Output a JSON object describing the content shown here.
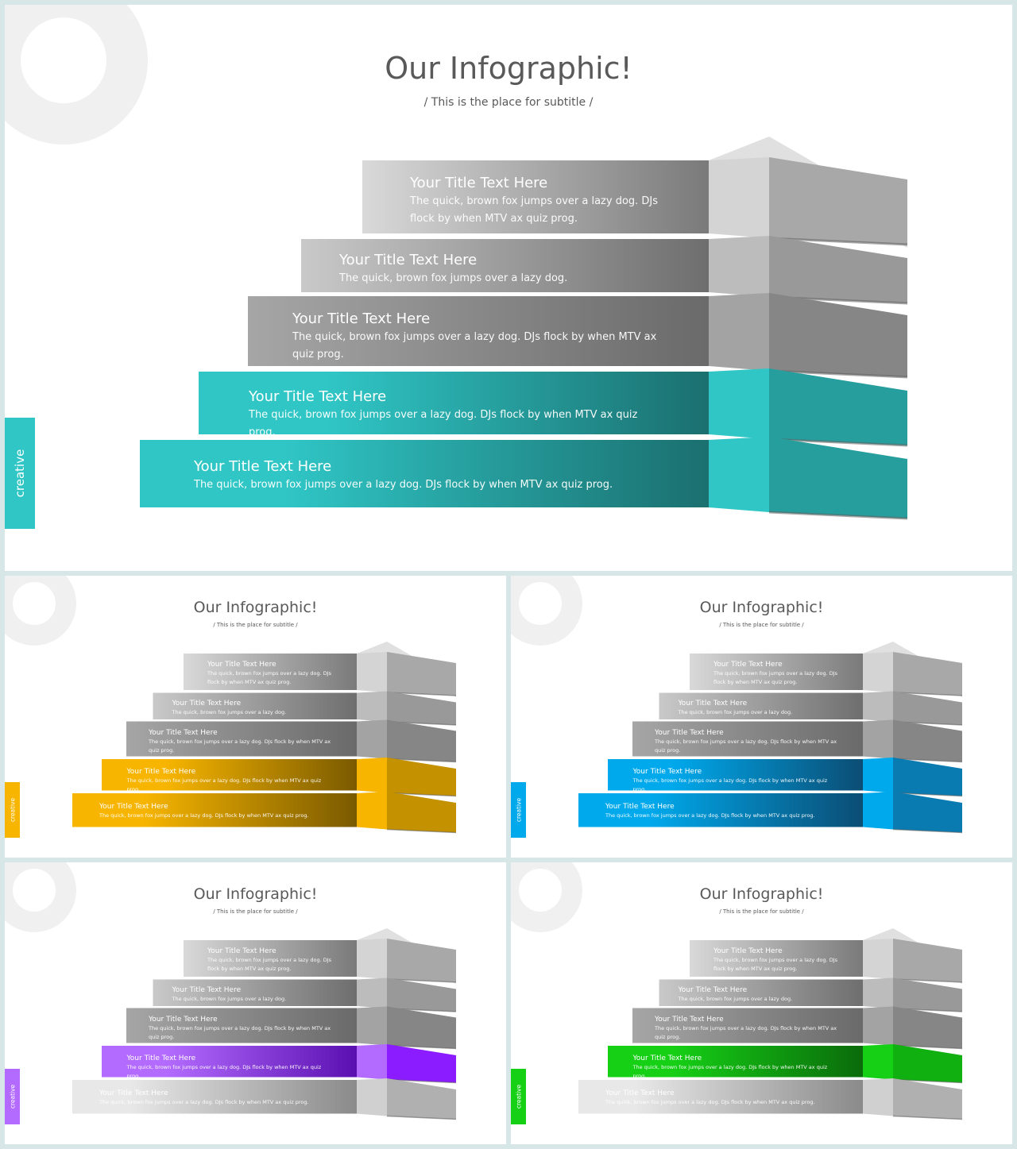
{
  "slides": [
    {
      "id": "main",
      "title": "Our Infographic!",
      "subtitle": "/ This is the place for subtitle /",
      "side_label": "creative",
      "accent": "#30c6c6",
      "accent_dark": "#1b6f6f",
      "accent_side": "#279e9e",
      "colored_bars": [
        3,
        4
      ],
      "items": [
        {
          "title": "Your Title Text Here",
          "desc": "The quick, brown fox jumps over a lazy dog. DJs flock by when MTV ax quiz prog."
        },
        {
          "title": "Your Title Text Here",
          "desc": "The quick, brown fox jumps over a lazy dog."
        },
        {
          "title": "Your Title Text Here",
          "desc": "The quick, brown fox jumps over a lazy dog. DJs flock by when MTV ax quiz prog."
        },
        {
          "title": "Your Title Text Here",
          "desc": "The quick, brown fox jumps over a lazy dog. DJs flock by when MTV ax quiz prog."
        },
        {
          "title": "Your Title Text Here",
          "desc": "The quick, brown fox jumps over a lazy dog. DJs flock by when MTV ax quiz prog."
        }
      ]
    },
    {
      "id": "yellow",
      "title": "Our Infographic!",
      "subtitle": "/ This is the place for subtitle /",
      "side_label": "creative",
      "accent": "#f7b500",
      "accent_dark": "#7a5a00",
      "accent_side": "#c49200",
      "colored_bars": [
        3,
        4
      ],
      "items": [
        {
          "title": "Your Title Text Here",
          "desc": "The quick, brown fox jumps over a lazy dog. DJs flock by when MTV ax quiz prog."
        },
        {
          "title": "Your Title Text Here",
          "desc": "The quick, brown fox jumps over a lazy dog."
        },
        {
          "title": "Your Title Text Here",
          "desc": "The quick, brown fox jumps over a lazy dog. DJs flock by when MTV ax quiz prog."
        },
        {
          "title": "Your Title Text Here",
          "desc": "The quick, brown fox jumps over a lazy dog. DJs flock by when MTV ax quiz prog."
        },
        {
          "title": "Your Title Text Here",
          "desc": "The quick, brown fox jumps over a lazy dog. DJs flock by when MTV ax quiz prog."
        }
      ]
    },
    {
      "id": "blue",
      "title": "Our Infographic!",
      "subtitle": "/ This is the place for subtitle /",
      "side_label": "creative",
      "accent": "#00a9ec",
      "accent_dark": "#0b4d74",
      "accent_side": "#0a7bb0",
      "colored_bars": [
        3,
        4
      ],
      "items": [
        {
          "title": "Your Title Text Here",
          "desc": "The quick, brown fox jumps over a lazy dog. DJs flock by when MTV ax quiz prog."
        },
        {
          "title": "Your Title Text Here",
          "desc": "The quick, brown fox jumps over a lazy dog."
        },
        {
          "title": "Your Title Text Here",
          "desc": "The quick, brown fox jumps over a lazy dog. DJs flock by when MTV ax quiz prog."
        },
        {
          "title": "Your Title Text Here",
          "desc": "The quick, brown fox jumps over a lazy dog. DJs flock by when MTV ax quiz prog."
        },
        {
          "title": "Your Title Text Here",
          "desc": "The quick, brown fox jumps over a lazy dog. DJs flock by when MTV ax quiz prog."
        }
      ]
    },
    {
      "id": "purple",
      "title": "Our Infographic!",
      "subtitle": "/ This is the place for subtitle /",
      "side_label": "creative",
      "accent": "#b36bff",
      "accent_dark": "#5a10b0",
      "accent_side": "#8a1cff",
      "colored_bars": [
        3
      ],
      "items": [
        {
          "title": "Your Title Text Here",
          "desc": "The quick, brown fox jumps over a lazy dog. DJs flock by when MTV ax quiz prog."
        },
        {
          "title": "Your Title Text Here",
          "desc": "The quick, brown fox jumps over a lazy dog."
        },
        {
          "title": "Your Title Text Here",
          "desc": "The quick, brown fox jumps over a lazy dog. DJs flock by when MTV ax quiz prog."
        },
        {
          "title": "Your Title Text Here",
          "desc": "The quick, brown fox jumps over a lazy dog. DJs flock by when MTV ax quiz prog."
        },
        {
          "title": "Your Title Text Here",
          "desc": "The quick, brown fox jumps over a lazy dog. DJs flock by when MTV ax quiz prog."
        }
      ]
    },
    {
      "id": "green",
      "title": "Our Infographic!",
      "subtitle": "/ This is the place for subtitle /",
      "side_label": "creative",
      "accent": "#16d016",
      "accent_dark": "#0a6b0a",
      "accent_side": "#0fb00f",
      "colored_bars": [
        3
      ],
      "items": [
        {
          "title": "Your Title Text Here",
          "desc": "The quick, brown fox jumps over a lazy dog. DJs flock by when MTV ax quiz prog."
        },
        {
          "title": "Your Title Text Here",
          "desc": "The quick, brown fox jumps over a lazy dog."
        },
        {
          "title": "Your Title Text Here",
          "desc": "The quick, brown fox jumps over a lazy dog. DJs flock by when MTV ax quiz prog."
        },
        {
          "title": "Your Title Text Here",
          "desc": "The quick, brown fox jumps over a lazy dog. DJs flock by when MTV ax quiz prog."
        },
        {
          "title": "Your Title Text Here",
          "desc": "The quick, brown fox jumps over a lazy dog. DJs flock by when MTV ax quiz prog."
        }
      ]
    }
  ]
}
